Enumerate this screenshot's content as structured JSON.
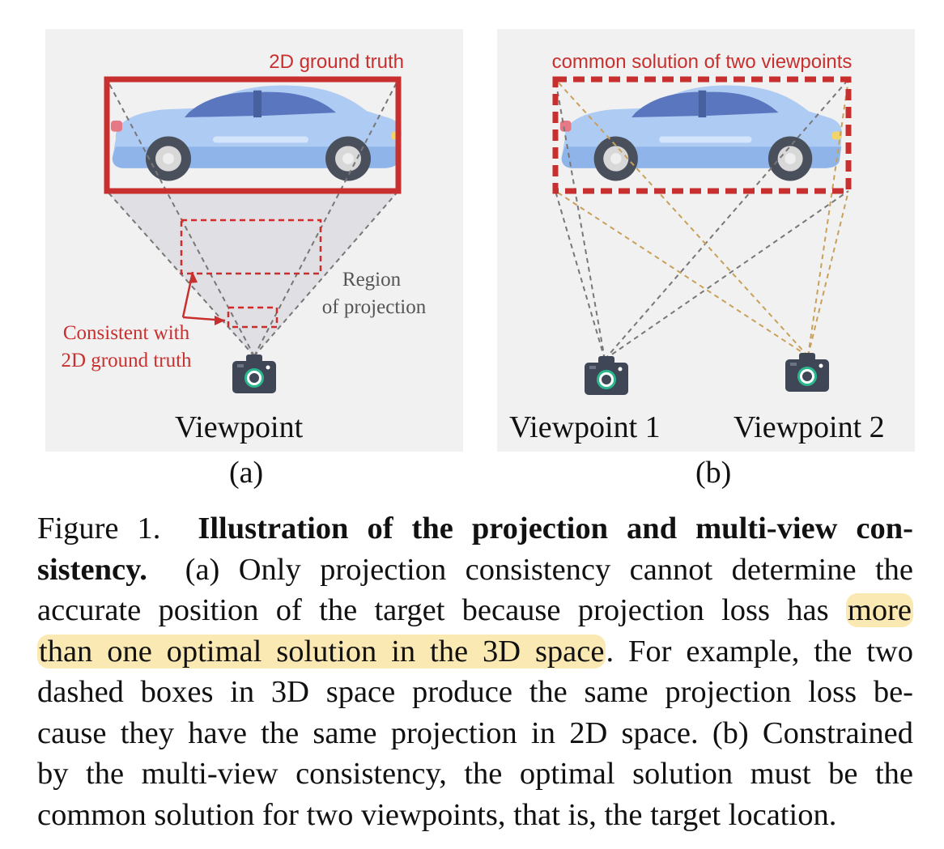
{
  "panel_a": {
    "box_label": "2D ground truth",
    "region_label_line1": "Region",
    "region_label_line2": "of projection",
    "consistent_line1": "Consistent with",
    "consistent_line2": "2D ground truth",
    "viewpoint_label": "Viewpoint",
    "sublabel": "(a)"
  },
  "panel_b": {
    "box_label": "common solution of two viewpoints",
    "viewpoint1_label": "Viewpoint 1",
    "viewpoint2_label": "Viewpoint 2",
    "sublabel": "(b)"
  },
  "icons": {
    "car": "car-icon",
    "camera": "camera-icon"
  },
  "colors": {
    "red": "#c8302f",
    "gold": "#c9a05a",
    "gray_dash": "#777777",
    "panel_bg": "#f1f1f1",
    "highlight": "#fbe9b4"
  },
  "caption": {
    "l1_a": "Figure 1.",
    "l1_b": "Illustration of the projection and multi-view con-",
    "l2_b": "sistency.",
    "l2_c": "(a) Only projection consistency cannot determine the",
    "l3_a": "accurate position of the target because projection loss has",
    "l3_hl": "more",
    "l4_hl": "than one optimal solution in the 3D space",
    "l4_b": ". For example, the two",
    "l5": "dashed boxes in 3D space produce the same projection loss be-",
    "l6": "cause they have the same projection in 2D space. (b) Constrained",
    "l7": "by the multi-view consistency, the optimal solution must be the",
    "l8": "common solution for two viewpoints, that is, the target location."
  }
}
